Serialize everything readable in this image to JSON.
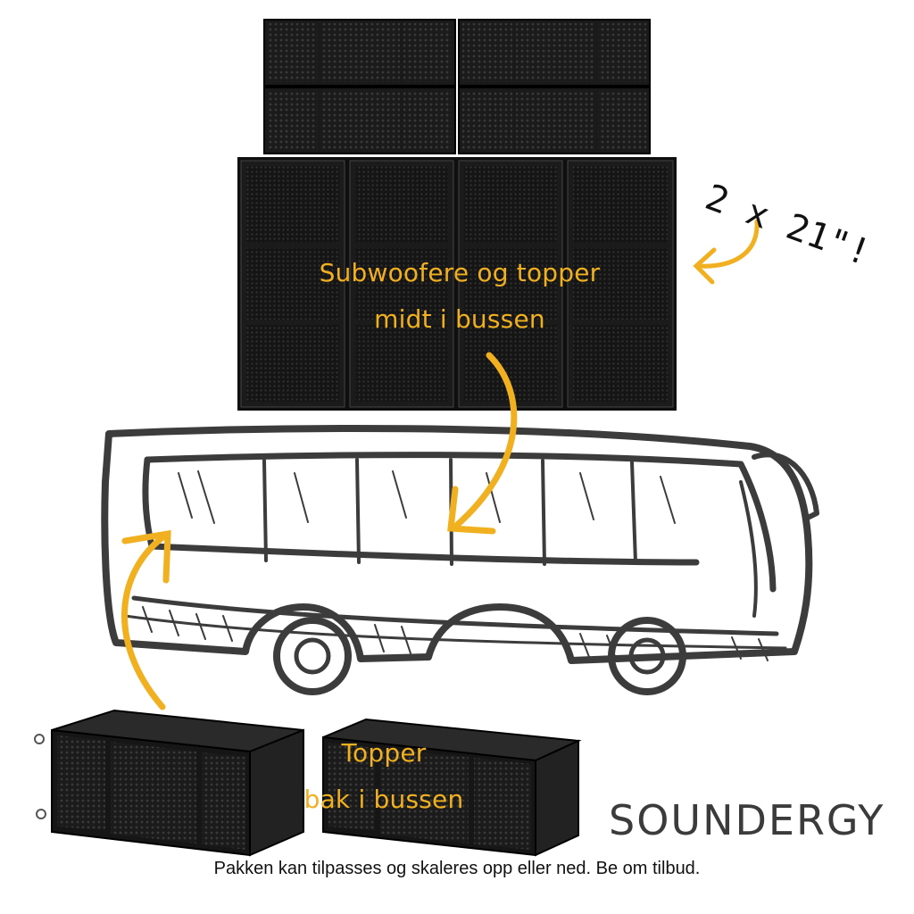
{
  "labels": {
    "middle_line1": "Subwoofere og topper",
    "middle_line2": "midt i bussen",
    "rear_line1": "Topper",
    "rear_line2": "bak i bussen",
    "handwritten_note": "2 x 21\"!"
  },
  "brand": {
    "name": "SOUNDERGY"
  },
  "footer": {
    "text": "Pakken kan tilpasses og skaleres opp eller ned. Be om tilbud."
  },
  "colors": {
    "accent": "#f0b020",
    "speaker": "#1c1c1c",
    "grille": "#2e2e2e",
    "sketch": "#3c3c3c"
  },
  "icons": {
    "speaker_array": "line-array-speaker",
    "subwoofer": "subwoofer-cabinet",
    "vehicle": "bus-sketch",
    "arrow": "curved-arrow"
  }
}
